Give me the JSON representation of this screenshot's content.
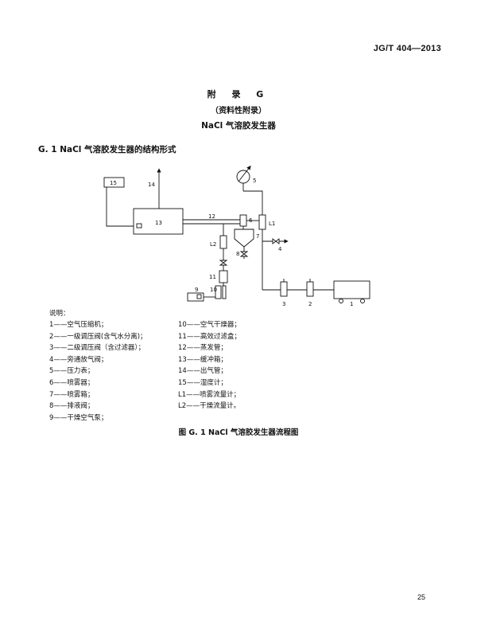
{
  "header": {
    "std_code": "JG/T 404—2013"
  },
  "appendix": {
    "title": "附 录 G",
    "subtitle": "（资料性附录）",
    "name": "NaCl 气溶胶发生器"
  },
  "section": {
    "heading": "G. 1   NaCl 气溶胶发生器的结构形式"
  },
  "diagram": {
    "labels": {
      "n1": "1",
      "n2": "2",
      "n3": "3",
      "n4": "4",
      "n5": "5",
      "n6": "6",
      "n7": "7",
      "n8": "8",
      "n9": "9",
      "n10": "10",
      "n11": "11",
      "n12": "12",
      "n13": "13",
      "n14": "14",
      "n15": "15",
      "L1": "L1",
      "L2": "L2"
    }
  },
  "legend": {
    "title": "说明：",
    "left": [
      "1——空气压缩机；",
      "2——一级调压阀(含气水分离)；",
      "3——二级调压阀（含过滤器）；",
      "4——旁通放气阀；",
      "5——压力表；",
      "6——喷雾器；",
      "7——喷雾箱；",
      "8——排液阀；",
      "9——干燥空气泵；"
    ],
    "right": [
      "10——空气干燥器；",
      "11——高效过滤盒；",
      "12——蒸发管；",
      "13——缓冲箱；",
      "14——出气管；",
      "15——湿度计；",
      "L1——喷雾流量计；",
      "L2——干燥流量计。"
    ]
  },
  "figure": {
    "caption": "图 G. 1   NaCl 气溶胶发生器流程图"
  },
  "footer": {
    "page_number": "25"
  }
}
